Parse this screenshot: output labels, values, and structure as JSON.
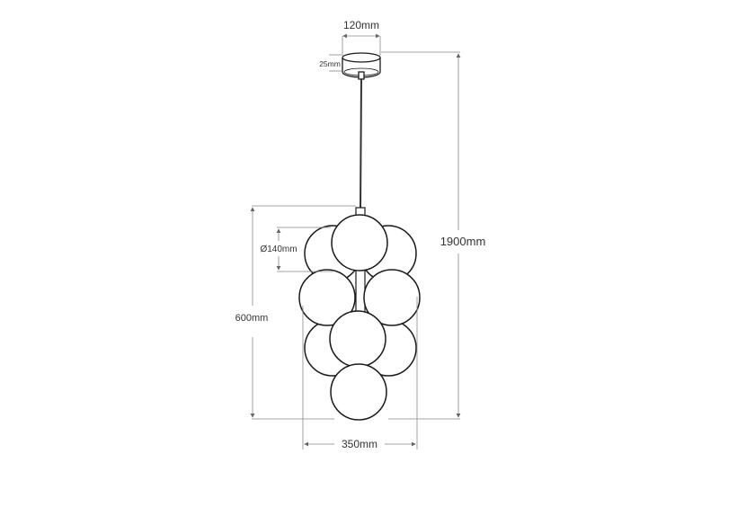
{
  "diagram": {
    "type": "pendant-lamp-dimension-drawing",
    "labels": {
      "canopy_width": "120mm",
      "canopy_height": "25mm",
      "total_height": "1900mm",
      "body_height": "600mm",
      "globe_diameter": "Ø140mm",
      "body_width": "350mm"
    },
    "colors": {
      "outline": "#1a1a1a",
      "dimension_line": "#888888",
      "text": "#333333",
      "background": "#ffffff"
    }
  }
}
